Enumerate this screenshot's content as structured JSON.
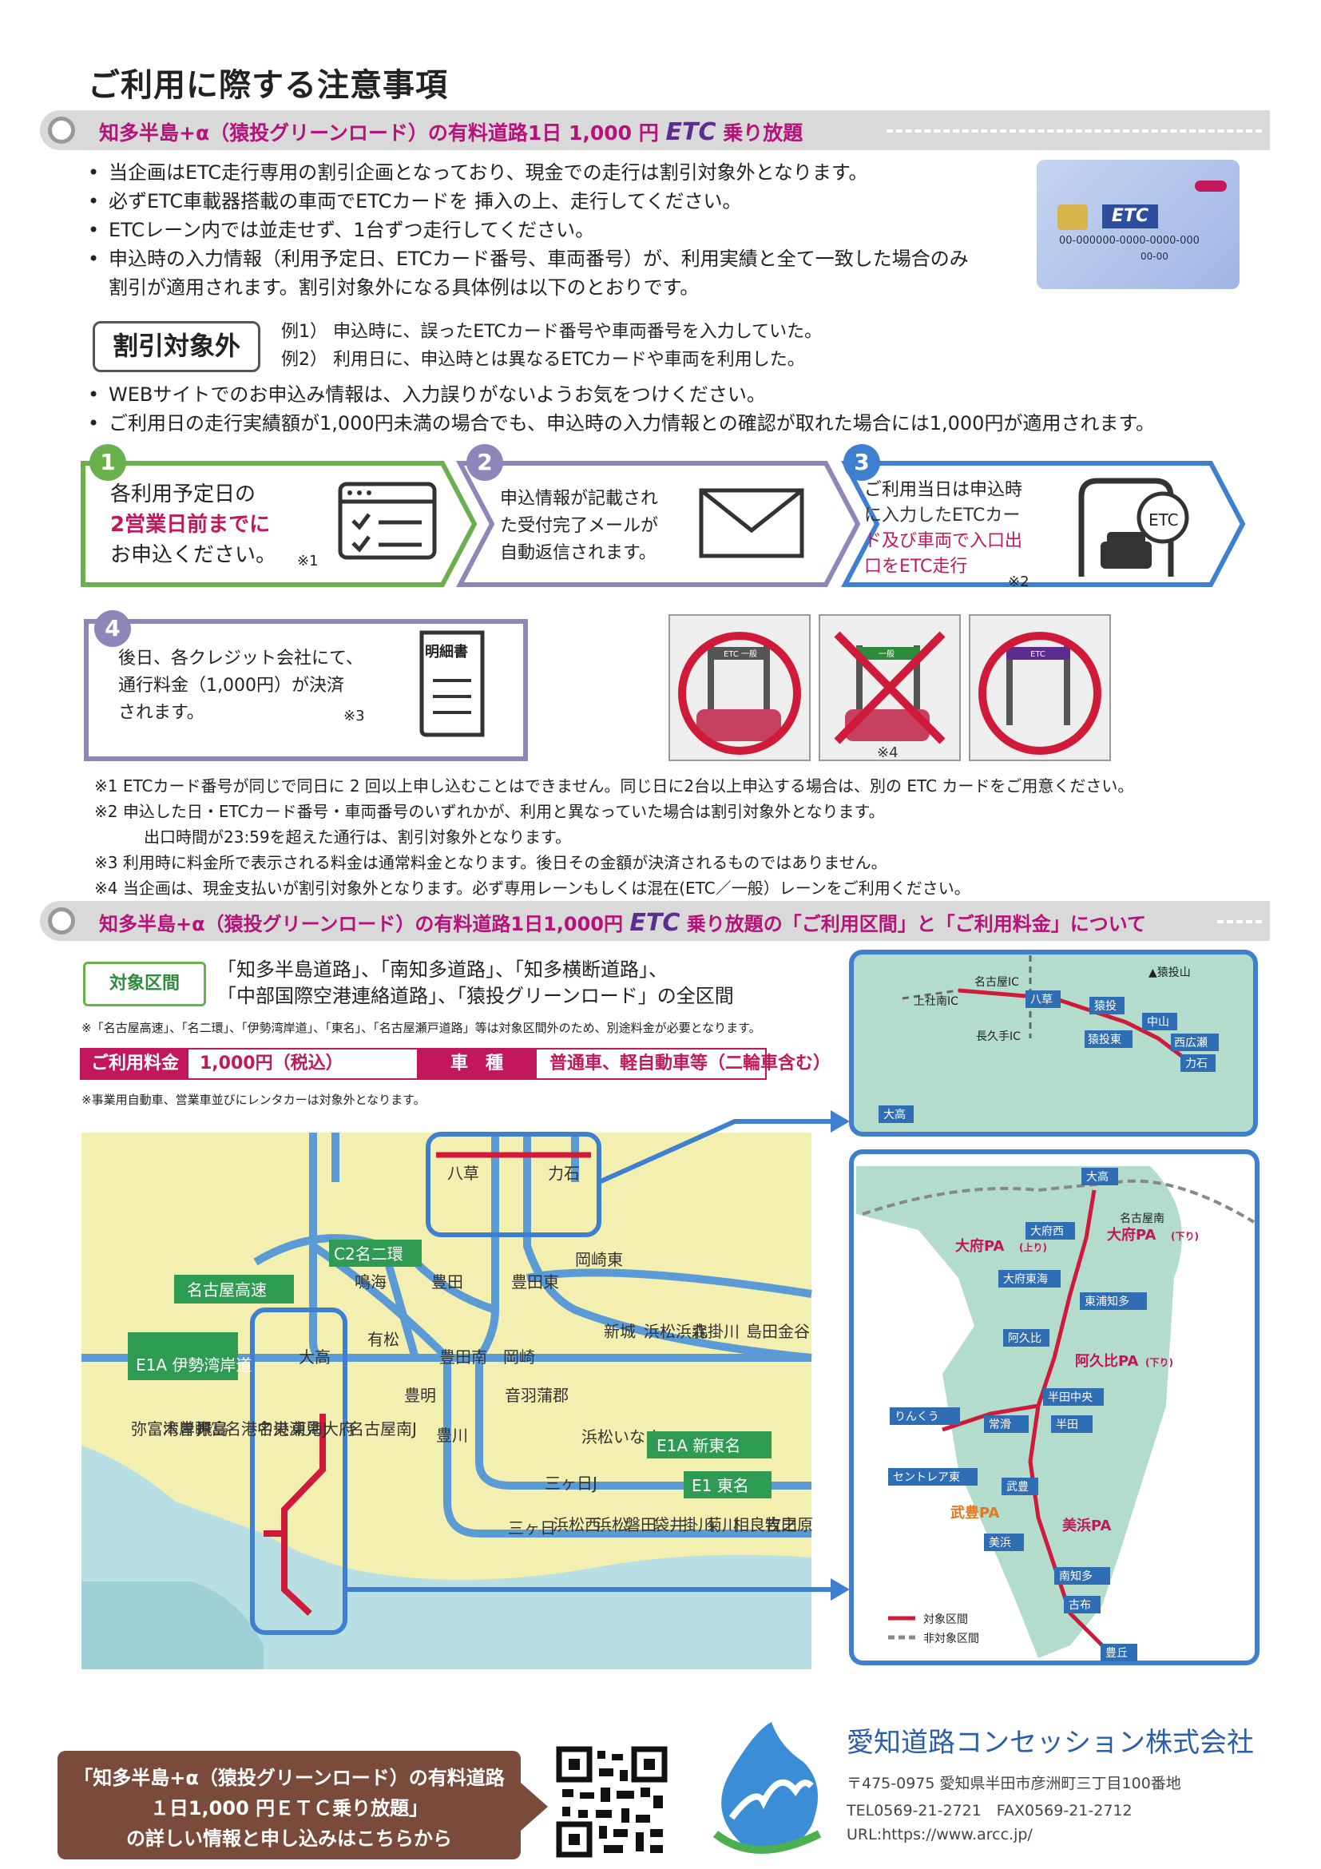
{
  "page_title": "ご利用に際する注意事項",
  "section1": {
    "heading_pre": "知多半島+α（猿投グリーンロード）の有料道路1日 1,000 円",
    "heading_etc": "ETC",
    "heading_post": "乗り放題",
    "bullets": [
      "当企画はETC走行専用の割引企画となっており、現金での走行は割引対象外となります。",
      "必ずETC車載器搭載の車両でETCカードを 挿入の上、走行してください。",
      "ETCレーン内では並走せず、1台ずつ走行してください。",
      "申込時の入力情報（利用予定日、ETCカード番号、車両番号）が、利用実績と全て一致した場合のみ",
      "割引が適用されます。割引対象外になる具体例は以下のとおりです。"
    ],
    "badge": "割引対象外",
    "examples": [
      "例1） 申込時に、誤ったETCカード番号や車両番号を入力していた。",
      "例2） 利用日に、申込時とは異なるETCカードや車両を利用した。"
    ],
    "bullets2": [
      "WEBサイトでのお申込み情報は、入力誤りがないようお気をつけください。",
      "ご利用日の走行実績額が1,000円未満の場合でも、申込時の入力情報との確認が取れた場合には1,000円が適用されます。"
    ],
    "card": {
      "logo": "ETC",
      "number": "00-000000-0000-0000-000",
      "sub": "00-00"
    }
  },
  "steps": [
    {
      "num": "1",
      "line1": "各利用予定日の",
      "line2": "2営業日前までに",
      "line3": "お申込ください。",
      "mark": "※1"
    },
    {
      "num": "2",
      "line1": "申込情報が記載され",
      "line2": "た受付完了メールが",
      "line3": "自動返信されます。"
    },
    {
      "num": "3",
      "line1": "ご利用当日は申込時",
      "line2": "に入力したETCカー",
      "line3": "ド及び車両で入口出",
      "line4": "口をETC走行",
      "mark": "※2",
      "icon_label": "ETC"
    },
    {
      "num": "4",
      "line1": "後日、各クレジット会社にて、",
      "line2": "通行料金（1,000円）が決済",
      "line3": "されます。",
      "mark": "※3",
      "doc_label": "明細書"
    }
  ],
  "lane_labels": [
    "ETC 一般",
    "一般",
    "ETC"
  ],
  "lane_mark": "※4",
  "notes": [
    "※1 ETCカード番号が同じで同日に 2 回以上申し込むことはできません。同じ日に2台以上申込する場合は、別の ETC カードをご用意ください。",
    "※2 申込した日・ETCカード番号・車両番号のいずれかが、利用と異なっていた場合は割引対象外となります。",
    "出口時間が23:59を超えた通行は、割引対象外となります。",
    "※3 利用時に料金所で表示される料金は通常料金となります。後日その金額が決済されるものではありません。",
    "※4 当企画は、現金支払いが割引対象外となります。必ず専用レーンもしくは混在(ETC／一般）レーンをご利用ください。"
  ],
  "section2": {
    "heading_pre": "知多半島+α（猿投グリーンロード）の有料道路1日1,000円",
    "heading_etc": "ETC",
    "heading_post": "乗り放題の「ご利用区間」と「ご利用料金」について",
    "area_label": "対象区間",
    "area_lines": [
      "「知多半島道路」、「南知多道路」、「知多横断道路」、",
      "「中部国際空港連絡道路」、「猿投グリーンロード」の全区間"
    ],
    "area_note": "※「名古屋高速」、「名二環」、「伊勢湾岸道」、「東名」、「名古屋瀬戸道路」等は対象区間外のため、別途料金が必要となります。",
    "fee_label": "ご利用料金",
    "fee_value": "1,000円（税込）",
    "car_label": "車　種",
    "car_value": "普通車、軽自動車等（二輪車含む）",
    "fee_note": "※事業用自動車、営業車並びにレンタカーは対象外となります。"
  },
  "main_map": {
    "labels": {
      "nagoya_exp": "名古屋高速",
      "c2": "C2名二環",
      "e1a_isewan": "E1A 伊勢湾岸道",
      "e1a_shintomei": "E1A 新東名",
      "e1_tomei": "E1 東名",
      "yakusa": "八草",
      "chikaraishi": "力石",
      "narumi": "鳴海",
      "toyota": "豊田",
      "toyota_higashi": "豊田東",
      "okazaki_higashi": "岡崎東",
      "arimatsu": "有松",
      "odaka": "大高",
      "toyota_minami": "豊田南",
      "okazaki": "岡崎",
      "shinshiro": "新城",
      "hamamatsu_hamakita": "浜松浜北",
      "morikakegawa": "森掛川",
      "shimada_kanaya": "島田金谷",
      "toyoake": "豊明",
      "otowagamagori": "音羽蒲郡",
      "toyokawa": "豊川",
      "hamamatsu_inasa": "浜松いなさ",
      "mikkabi_j": "三ヶ日J",
      "mikkabi": "三ヶ日",
      "tobishima": "飛島",
      "wangan_yatomi": "湾岸弥富",
      "yatomi_kiso": "弥富木曽岬",
      "meiko_chuo": "名港中央",
      "meiko_shiomi": "名港潮見",
      "tokai_j": "東海J",
      "obu": "大府",
      "nagoya_minami_j": "名古屋南J",
      "hamamatsu_nishi": "浜松西",
      "hamamatsu": "浜松",
      "iwata": "磐田",
      "fukuroi": "袋井",
      "kakegawa": "掛川",
      "kikugawa": "菊川",
      "sagara_makinohara": "相良牧之原",
      "yoshida": "吉田"
    }
  },
  "inset_top": {
    "labels": {
      "nagoya_ic": "名古屋IC",
      "kamiyashiro_ic": "上社南IC",
      "nagakute_ic": "長久手IC",
      "yakusa": "八草",
      "sanage": "猿投",
      "sanage_higashi": "猿投東",
      "sanagesan": "▲猿投山",
      "nakayama": "中山",
      "nishi_hirose": "西広瀬",
      "chikaraishi": "力石",
      "odaka": "大高"
    }
  },
  "inset_bottom": {
    "labels": {
      "odaka": "大高",
      "nagoya_minami": "名古屋南",
      "obu_nishi": "大府西",
      "obu_pa_up": "大府PA",
      "obu_pa_up_dir": "(上り)",
      "obu_pa_down": "大府PA",
      "obu_pa_down_dir": "(下り)",
      "obu_tokai": "大府東海",
      "higashiura_chita": "東浦知多",
      "agui": "阿久比",
      "agui_pa": "阿久比PA",
      "agui_pa_dir": "(下り)",
      "handa_chuo": "半田中央",
      "rinku": "りんくう",
      "tokoname": "常滑",
      "handa": "半田",
      "centrair": "セントレア東",
      "taketoyo": "武豊",
      "taketoyo_pa": "武豊PA",
      "mihama_pa": "美浜PA",
      "mihama": "美浜",
      "minamichita": "南知多",
      "kofu": "古布",
      "toyooka": "豊丘",
      "legend_in": "対象区間",
      "legend_out": "非対象区間"
    }
  },
  "footer": {
    "banner_line1": "「知多半島+α（猿投グリーンロード）の有料道路",
    "banner_line2": "１日1,000 円ＥＴＣ乗り放題」",
    "banner_line3": "の詳しい情報と申し込みはこちらから",
    "company": "愛知道路コンセッション株式会社",
    "address": "〒475-0975 愛知県半田市彦洲町三丁目100番地",
    "tel": "TEL0569-21-2721　FAX0569-21-2712",
    "url": "URL:https://www.arcc.jp/"
  },
  "colors": {
    "magenta": "#b5127a",
    "purple": "#5b2d90",
    "blue": "#3f7fd0",
    "green": "#6ab04c",
    "road_red": "#d01a3a",
    "map_yellow": "#f3efb0",
    "sea_green": "#a8d8c8"
  }
}
